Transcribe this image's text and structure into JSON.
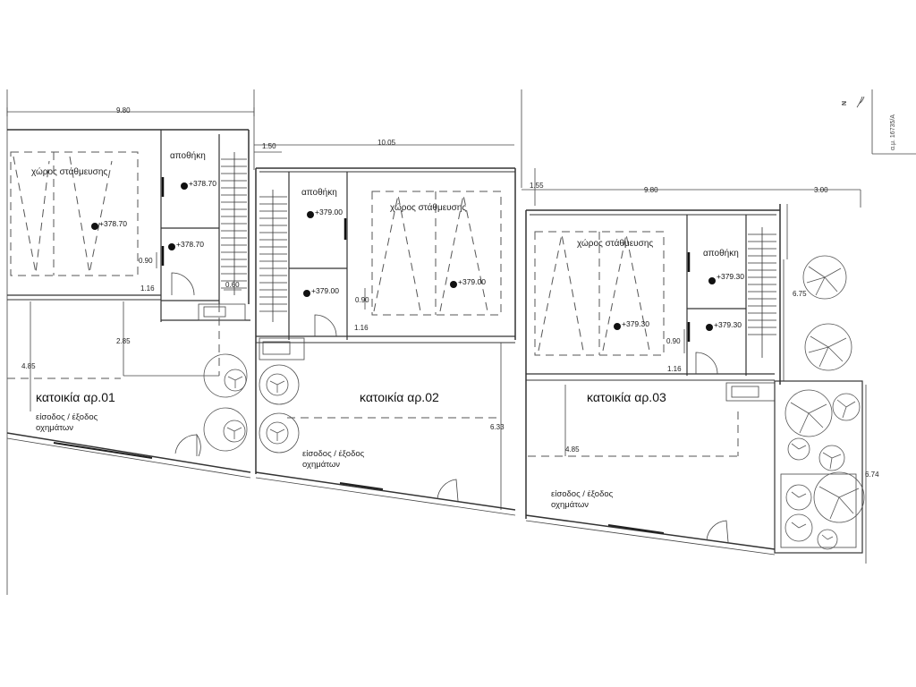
{
  "dimensions": {
    "d1": "9.80",
    "d2": "10.05",
    "d3": "9.80",
    "d4": "3.00",
    "d5": "1.50",
    "d6": "1.55",
    "d7": "0.90",
    "d8": "1.16",
    "d9": "0.60",
    "d10": "2.85",
    "d11": "4.85",
    "d12": "0.90",
    "d13": "1.16",
    "d14": "6.33",
    "d15": "0.90",
    "d16": "1.16",
    "d17": "4.85",
    "d18": "6.75",
    "d19": "6.74"
  },
  "units": [
    {
      "name": "κατοικία αρ.01",
      "parking": "χώρος στάθμευσης",
      "storage": "αποθήκη",
      "elev_storage": "+378.70",
      "elev_parking": "+378.70",
      "elev_hall": "+378.70",
      "entrance": "είσοδος / έξοδος",
      "entrance2": "οχημάτων"
    },
    {
      "name": "κατοικία αρ.02",
      "parking": "χώρος στάθμευσης",
      "storage": "αποθήκη",
      "elev_storage": "+379.00",
      "elev_parking": "+379.00",
      "elev_hall": "+379.00",
      "entrance": "είσοδος / έξοδος",
      "entrance2": "οχημάτων"
    },
    {
      "name": "κατοικία αρ.03",
      "parking": "χώρος στάθμευσης",
      "storage": "αποθήκη",
      "elev_storage": "+379.30",
      "elev_parking": "+379.30",
      "elev_hall": "+379.30",
      "entrance": "είσοδος / έξοδος",
      "entrance2": "οχημάτων"
    }
  ],
  "title_block": {
    "letter": "N",
    "serial": "α.μ. 16735/A"
  },
  "colors": {
    "lines": "#333333",
    "background": "#ffffff"
  }
}
